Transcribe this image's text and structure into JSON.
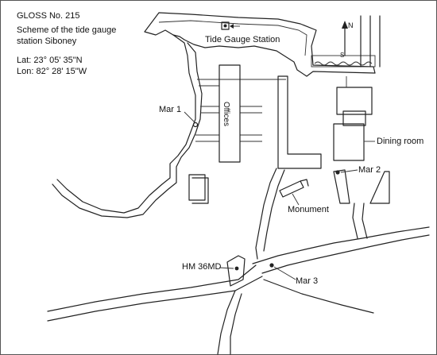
{
  "header": {
    "station_id": "GLOSS No. 215",
    "title_line1": "Scheme of the tide gauge",
    "title_line2": "station Siboney",
    "lat": "Lat:  23° 05' 35\"N",
    "lon": "Lon: 82° 28' 15\"W"
  },
  "labels": {
    "tide_gauge_station": "Tide Gauge Station",
    "offices": "Offices",
    "dining_room": "Dining room",
    "monument": "Monument",
    "mar1": "Mar 1",
    "mar2": "Mar 2",
    "mar3": "Mar 3",
    "hm36md": "HM 36MD",
    "north": "N"
  },
  "colors": {
    "ink": "#222222",
    "background": "#ffffff"
  }
}
